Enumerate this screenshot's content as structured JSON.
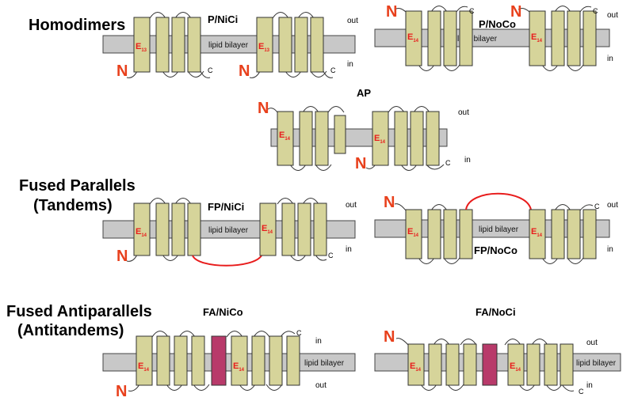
{
  "headings": {
    "homodimers": "Homodimers",
    "fused_parallels": "Fused Parallels",
    "tandems": "(Tandems)",
    "fused_antiparallels": "Fused Antiparallels",
    "antitandems": "(Antitandems)"
  },
  "panels": {
    "p_nici": "P/NiCi",
    "p_noco": "P/NoCo",
    "ap": "AP",
    "fp_nici": "FP/NiCi",
    "fp_noco": "FP/NoCo",
    "fa_nico": "FA/NiCo",
    "fa_noci": "FA/NoCi"
  },
  "labels": {
    "lipid_bilayer": "lipid bilayer",
    "out": "out",
    "in": "in",
    "n_term": "N",
    "c_term": "C",
    "e": "E",
    "e_sub_13": "13",
    "e_sub_14": "14"
  },
  "colors": {
    "n_terminus": "#e8401c",
    "glutamate_label": "#e81c1c",
    "red_linker": "#e81c1c",
    "helix": "#d6d49a",
    "linker_helix": "#b83a6a",
    "bilayer": "#c8c8c8"
  }
}
